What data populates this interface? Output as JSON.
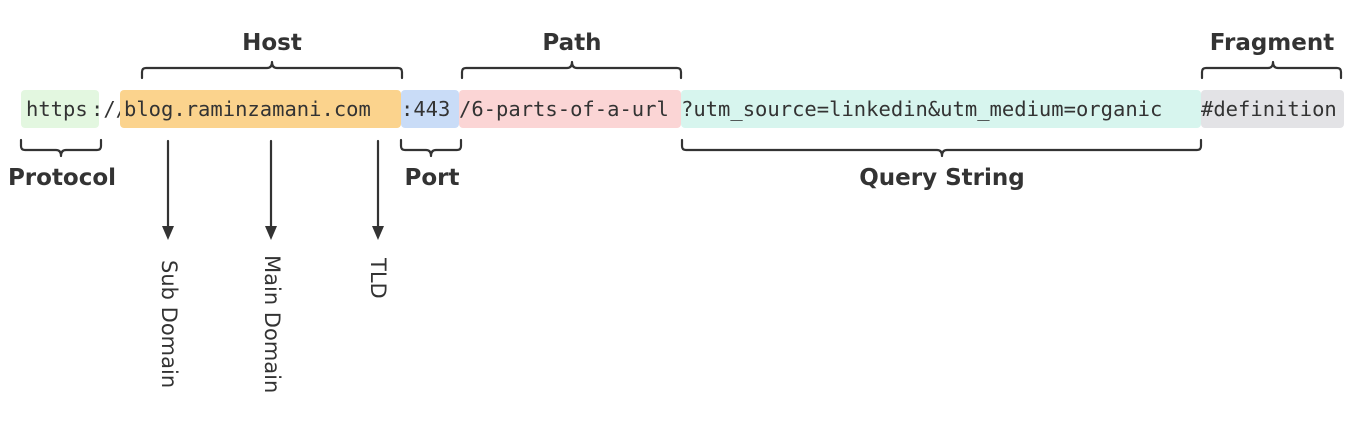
{
  "url_parts": {
    "protocol": "https",
    "separator": "://",
    "host": "blog.raminzamani.com",
    "port": ":443",
    "path": "/6-parts-of-a-url",
    "query": "?utm_source=linkedin&utm_medium=organic",
    "fragment": "#definition"
  },
  "labels": {
    "host": "Host",
    "path": "Path",
    "fragment": "Fragment",
    "protocol": "Protocol",
    "port": "Port",
    "query": "Query String"
  },
  "host_parts": {
    "sub_domain": "Sub Domain",
    "main_domain": "Main Domain",
    "tld": "TLD"
  },
  "colors": {
    "protocol": "#e3f7e0",
    "host": "#fbd38d",
    "port": "#c9dcf7",
    "path": "#fbd5d5",
    "query": "#d7f5ee",
    "fragment": "#e3e3e6",
    "ink": "#333333"
  }
}
